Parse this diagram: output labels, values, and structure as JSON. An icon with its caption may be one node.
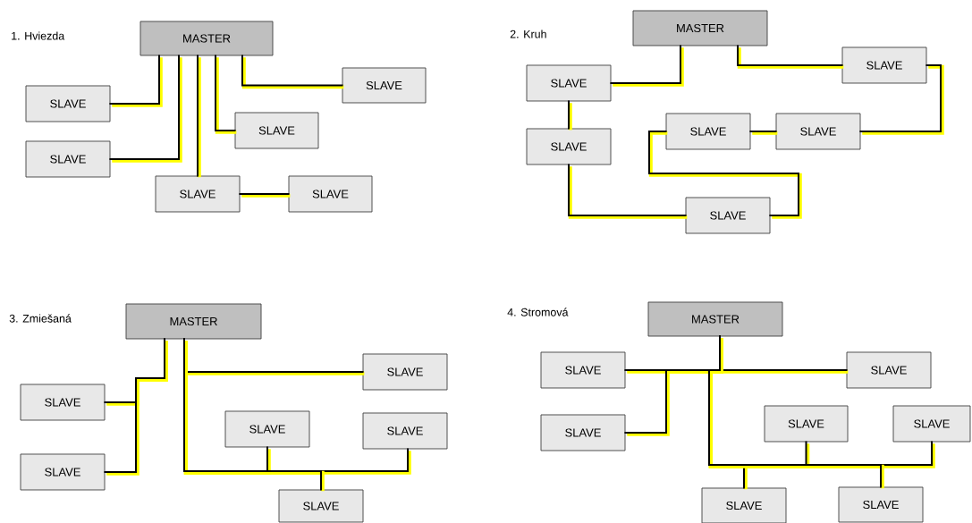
{
  "diagram": {
    "nodes": [
      {
        "text": [
          "MASTER"
        ]
      },
      {
        "text": [
          "SLAVE"
        ]
      },
      {
        "text": [
          "SLAVE"
        ]
      },
      {
        "text": [
          "SLAVE"
        ]
      },
      {
        "text": [
          "SLAVE"
        ]
      },
      {
        "text": [
          "SLAVE"
        ]
      },
      {
        "text": [
          "SLAVE"
        ]
      },
      {
        "text": [
          "MASTER"
        ]
      },
      {
        "text": [
          "SLAVE"
        ]
      },
      {
        "text": [
          "SLAVE"
        ]
      },
      {
        "text": [
          "SLAVE"
        ]
      },
      {
        "text": [
          "SLAVE"
        ]
      },
      {
        "text": [
          "SLAVE"
        ]
      },
      {
        "text": [
          "SLAVE"
        ]
      },
      {
        "text": [
          "MASTER"
        ]
      },
      {
        "text": [
          "SLAVE"
        ]
      },
      {
        "text": [
          "SLAVE"
        ]
      },
      {
        "text": [
          "SLAVE"
        ]
      },
      {
        "text": [
          "SLAVE"
        ]
      },
      {
        "text": [
          "SLAVE"
        ]
      },
      {
        "text": [
          "SLAVE"
        ]
      },
      {
        "text": [
          "MASTER"
        ]
      },
      {
        "text": [
          "SLAVE"
        ]
      },
      {
        "text": [
          "SLAVE"
        ]
      },
      {
        "text": [
          "SLAVE"
        ]
      },
      {
        "text": [
          "SLAVE"
        ]
      },
      {
        "text": [
          "SLAVE"
        ]
      },
      {
        "text": [
          "SLAVE"
        ]
      },
      {
        "text": [
          "SLAVE"
        ]
      }
    ],
    "edges": [
      {
        "from": 0,
        "to": 1,
        "arrow": "none"
      },
      {
        "from": 0,
        "to": 2,
        "arrow": "none"
      },
      {
        "from": 0,
        "to": 3,
        "arrow": "none"
      },
      {
        "from": 0,
        "to": 5,
        "arrow": "none"
      },
      {
        "from": 0,
        "to": 6,
        "arrow": "none"
      },
      {
        "from": 3,
        "to": 4,
        "arrow": "none"
      },
      {
        "from": 7,
        "to": 8,
        "arrow": "none"
      },
      {
        "from": 7,
        "to": 12,
        "arrow": "none"
      },
      {
        "from": 8,
        "to": 9,
        "arrow": "none"
      },
      {
        "from": 9,
        "to": 13,
        "arrow": "none"
      },
      {
        "from": 13,
        "to": 10,
        "arrow": "none"
      },
      {
        "from": 10,
        "to": 11,
        "arrow": "none"
      },
      {
        "from": 11,
        "to": 12,
        "arrow": "none"
      },
      {
        "from": 14,
        "to": 15,
        "arrow": "none"
      },
      {
        "from": 14,
        "to": 16,
        "arrow": "none"
      },
      {
        "from": 14,
        "to": 17,
        "arrow": "none"
      },
      {
        "from": 14,
        "to": 18,
        "arrow": "none"
      },
      {
        "from": 14,
        "to": 19,
        "arrow": "none"
      },
      {
        "from": 14,
        "to": 20,
        "arrow": "none"
      },
      {
        "from": 21,
        "to": 22,
        "arrow": "none"
      },
      {
        "from": 21,
        "to": 24,
        "arrow": "none"
      },
      {
        "from": 21,
        "to": 23,
        "arrow": "none"
      },
      {
        "from": 21,
        "to": 25,
        "arrow": "none"
      },
      {
        "from": 21,
        "to": 26,
        "arrow": "none"
      },
      {
        "from": 21,
        "to": 27,
        "arrow": "none"
      },
      {
        "from": 21,
        "to": 28,
        "arrow": "none"
      }
    ],
    "labels": [
      "1. Hviezda",
      "2. Kruh",
      "3. Zmiešaná",
      "4. Stromová"
    ]
  }
}
